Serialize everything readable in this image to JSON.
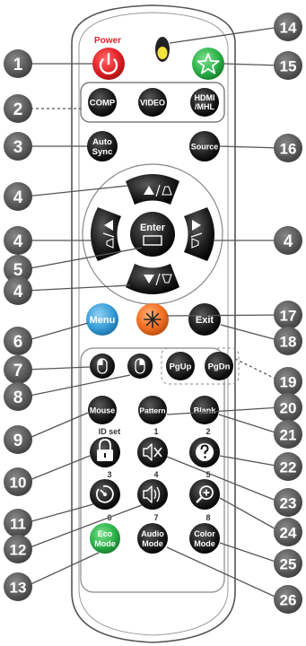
{
  "labels": {
    "power": "Power",
    "comp": "COMP",
    "video": "VIDEO",
    "hdmi_1": "HDMI",
    "hdmi_2": "/MHL",
    "auto_1": "Auto",
    "auto_2": "Sync",
    "source": "Source",
    "enter": "Enter",
    "menu": "Menu",
    "exit": "Exit",
    "pgup": "PgUp",
    "pgdn": "PgDn",
    "mouse": "Mouse",
    "pattern": "Pattern",
    "blank": "Blank",
    "id_set": "ID set",
    "eco_1": "Eco",
    "eco_2": "Mode",
    "audio_1": "Audio",
    "audio_2": "Mode",
    "color_1": "Color",
    "color_2": "Mode"
  },
  "keypad_numbers": [
    "1",
    "2",
    "3",
    "4",
    "5",
    "6",
    "7",
    "8"
  ],
  "callouts": [
    "1",
    "2",
    "3",
    "4",
    "5",
    "6",
    "7",
    "8",
    "9",
    "10",
    "11",
    "12",
    "13",
    "14",
    "15",
    "16",
    "17",
    "18",
    "19",
    "20",
    "21",
    "22",
    "23",
    "24",
    "25",
    "26"
  ],
  "colors": {
    "power_button": "#e32227",
    "star_button": "#2db34a",
    "menu_button": "#3a9fd8",
    "laser_button": "#f36f21",
    "eco_button": "#2db34a",
    "callout_fill": "#555555",
    "led": "#f5e23a"
  },
  "icons": [
    "power-icon",
    "star-icon",
    "led-indicator",
    "arrow-up-icon",
    "arrow-down-icon",
    "arrow-left-icon",
    "arrow-right-icon",
    "keystone-icon",
    "laser-icon",
    "mouse-left-icon",
    "mouse-right-icon",
    "lock-icon",
    "help-icon",
    "mute-icon",
    "timer-icon",
    "volume-up-icon",
    "zoom-in-icon"
  ]
}
